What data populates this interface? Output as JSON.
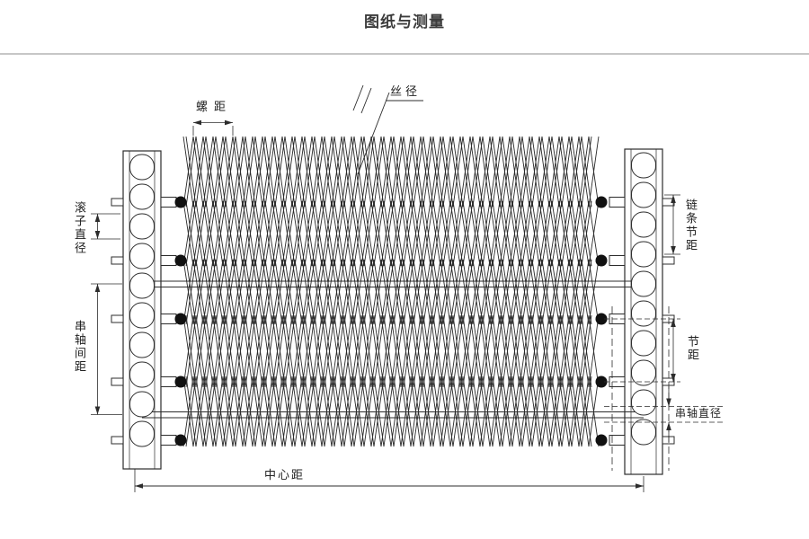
{
  "page": {
    "title": "图纸与测量"
  },
  "diagram": {
    "labels": {
      "spiral_pitch": "螺距",
      "wire_diameter": "丝径",
      "roller_diameter": "滚子直径",
      "rod_spacing": "串轴间距",
      "chain_pitch": "链条节距",
      "pitch": "节距",
      "rod_diameter": "串轴直径",
      "center_distance": "中心距"
    },
    "colors": {
      "line": "#2c2c2c",
      "divider": "#c6c6c6",
      "dot": "#111111"
    }
  }
}
